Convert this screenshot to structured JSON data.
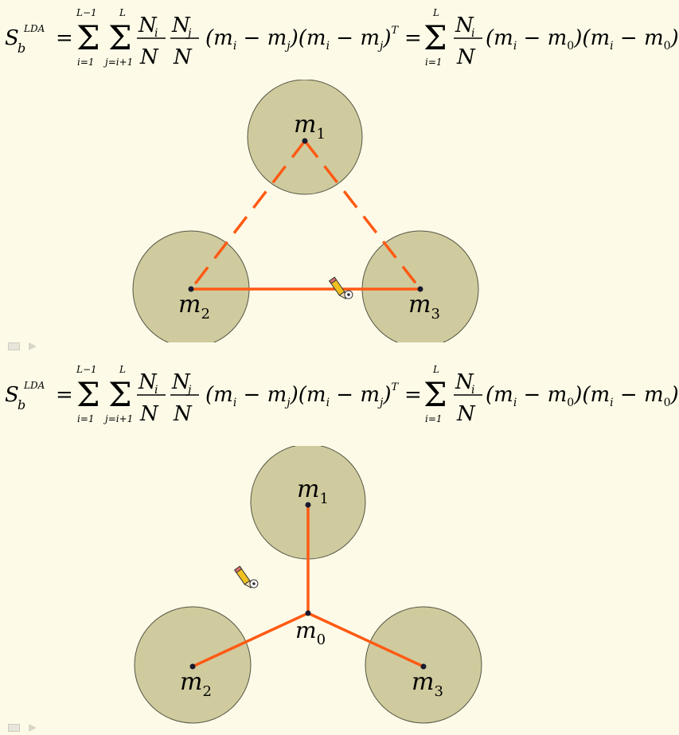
{
  "colors": {
    "background": "#fdfbe7",
    "circle_fill": "#cfcb9e",
    "circle_stroke": "#555544",
    "line": "#ff5a14",
    "point": "#1a1a2e"
  },
  "formula": {
    "S": "S",
    "b": "b",
    "LDA": "LDA",
    "eq": "=",
    "sum_top1": "L−1",
    "sum_bot1": "i=1",
    "sum_top2": "L",
    "sum_bot2": "j=i+1",
    "Ni": "N",
    "i": "i",
    "N": "N",
    "Nj": "N",
    "j": "j",
    "term1": "(m",
    "minus": " − m",
    "close": ")",
    "T": "T",
    "sum_top3": "L",
    "sum_bot3": "i=1",
    "zero": "0"
  },
  "diagram1": {
    "title": "pairwise",
    "m": "m",
    "sub1": "1",
    "sub2": "2",
    "sub3": "3"
  },
  "diagram2": {
    "title": "to-mean",
    "m": "m",
    "sub0": "0",
    "sub1": "1",
    "sub2": "2",
    "sub3": "3"
  },
  "icons": [
    "pencil-cursor-icon",
    "slide-back-icon",
    "slide-forward-icon"
  ]
}
